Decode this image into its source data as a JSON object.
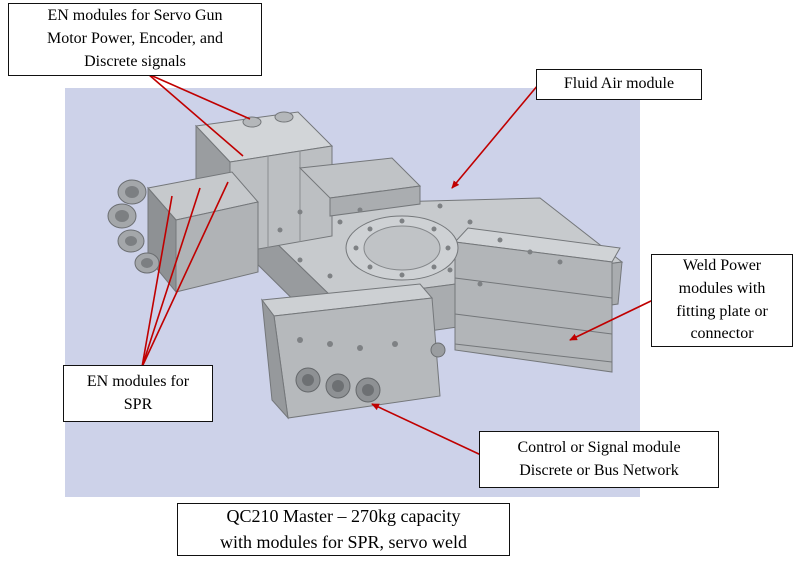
{
  "diagram": {
    "backdrop_color": "#cdd2e9",
    "leader_color": "#c00000",
    "labels": {
      "servo_gun": {
        "lines": [
          "EN modules for Servo Gun",
          "Motor Power, Encoder, and",
          "Discrete signals"
        ]
      },
      "fluid_air": {
        "lines": [
          "Fluid Air module"
        ]
      },
      "weld_power": {
        "lines": [
          "Weld Power",
          "modules with",
          "fitting plate or",
          "connector"
        ]
      },
      "spr": {
        "lines": [
          "EN modules for",
          "SPR"
        ]
      },
      "control": {
        "lines": [
          "Control or Signal module",
          "Discrete or Bus Network"
        ]
      },
      "caption": {
        "lines": [
          "QC210 Master – 270kg capacity",
          "with modules for SPR, servo weld"
        ]
      }
    },
    "machine_description": "QC210 Master tool changer 3D CAD render"
  }
}
